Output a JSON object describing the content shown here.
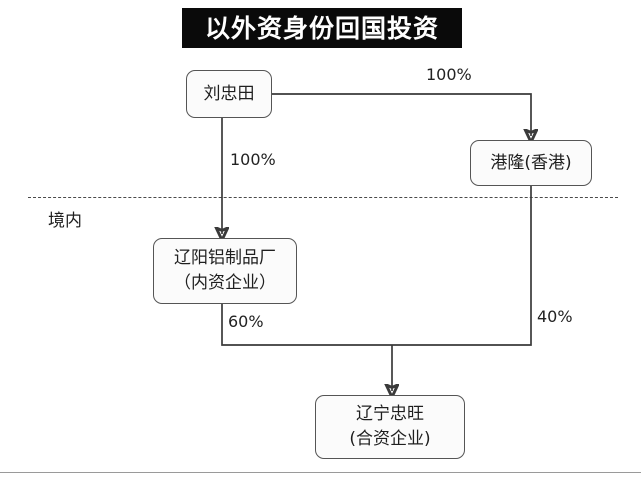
{
  "title": {
    "text": "以外资身份回国投资"
  },
  "jurisdiction": {
    "label": "境内",
    "line_style": "dash-dot"
  },
  "nodes": [
    {
      "id": "liuzhongtian",
      "line1": "刘忠田",
      "line2": ""
    },
    {
      "id": "ganglong",
      "line1": "港隆(香港)",
      "line2": ""
    },
    {
      "id": "liaoyang",
      "line1": "辽阳铝制品厂",
      "line2": "（内资企业）"
    },
    {
      "id": "liaoning",
      "line1": "辽宁忠旺",
      "line2": "(合资企业)"
    }
  ],
  "edges": [
    {
      "id": "liu-to-ganglong",
      "from": "刘忠田",
      "to": "港隆(香港)",
      "label": "100%"
    },
    {
      "id": "liu-to-liaoyang",
      "from": "刘忠田",
      "to": "辽阳铝制品厂",
      "label": "100%"
    },
    {
      "id": "liaoyang-to-liaoning",
      "from": "辽阳铝制品厂",
      "to": "辽宁忠旺",
      "label": "60%"
    },
    {
      "id": "ganglong-to-liaoning",
      "from": "港隆(香港)",
      "to": "辽宁忠旺",
      "label": "40%"
    }
  ],
  "colors": {
    "banner_background": "#0a0a0a",
    "banner_text": "#ffffff",
    "node_border": "#555555",
    "node_background": "#fbfbfb",
    "connector": "#3a3a3a",
    "dashed_line": "#4a4a4a",
    "bottom_rule": "#9a9a9a"
  }
}
